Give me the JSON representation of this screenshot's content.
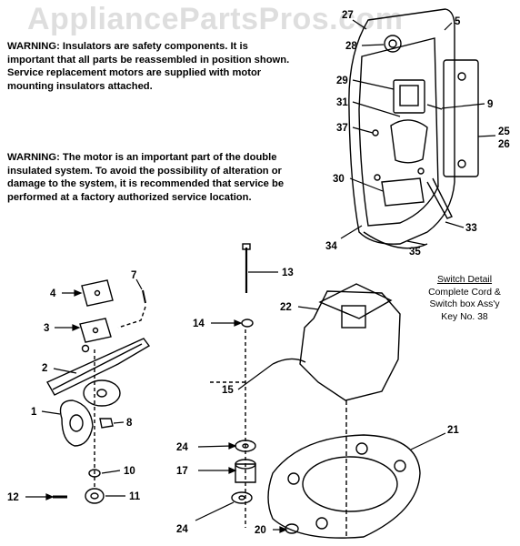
{
  "watermark": "AppliancePartsPros.com",
  "warnings": [
    "WARNING: Insulators are safety components. It is important that all parts be reassembled in position shown. Service replacement motors are supplied with motor mounting insulators attached.",
    "WARNING: The motor is an important part of the double insulated system. To avoid the possibility of alteration or damage to the system, it is recommended that service be performed at a factory authorized service location."
  ],
  "switch_detail": {
    "title": "Switch Detail",
    "lines": [
      "Complete Cord &",
      "Switch box Ass'y",
      "Key No. 38"
    ]
  },
  "part_labels": [
    "27",
    "5",
    "28",
    "29",
    "9",
    "31",
    "37",
    "25",
    "26",
    "30",
    "33",
    "34",
    "35",
    "7",
    "4",
    "13",
    "3",
    "22",
    "14",
    "2",
    "15",
    "1",
    "8",
    "21",
    "24",
    "10",
    "17",
    "12",
    "11",
    "24",
    "20"
  ]
}
